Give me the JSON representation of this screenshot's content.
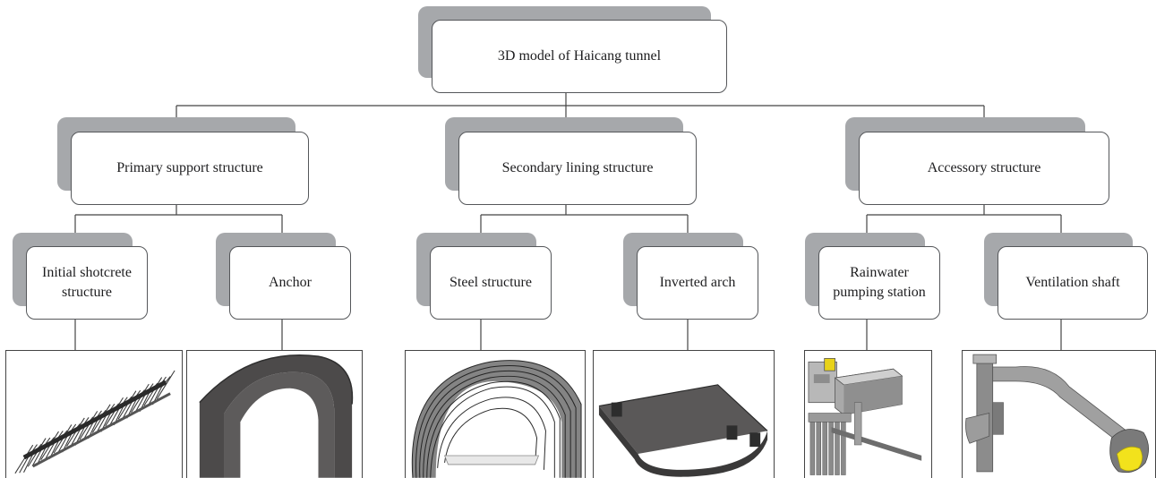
{
  "root": {
    "label": "3D model of Haicang tunnel"
  },
  "groups": [
    {
      "label": "Primary support structure",
      "children": [
        {
          "label": "Initial shotcrete structure"
        },
        {
          "label": "Anchor"
        }
      ]
    },
    {
      "label": "Secondary lining structure",
      "children": [
        {
          "label": "Steel structure"
        },
        {
          "label": "Inverted arch"
        }
      ]
    },
    {
      "label": "Accessory structure",
      "children": [
        {
          "label": "Rainwater pumping station"
        },
        {
          "label": "Ventilation shaft"
        }
      ]
    }
  ],
  "colors": {
    "shadow": "#a6a8ab",
    "border": "#55575a",
    "connector": "#444444",
    "model_dark": "#4a4848",
    "highlight": "#f2e21c"
  }
}
